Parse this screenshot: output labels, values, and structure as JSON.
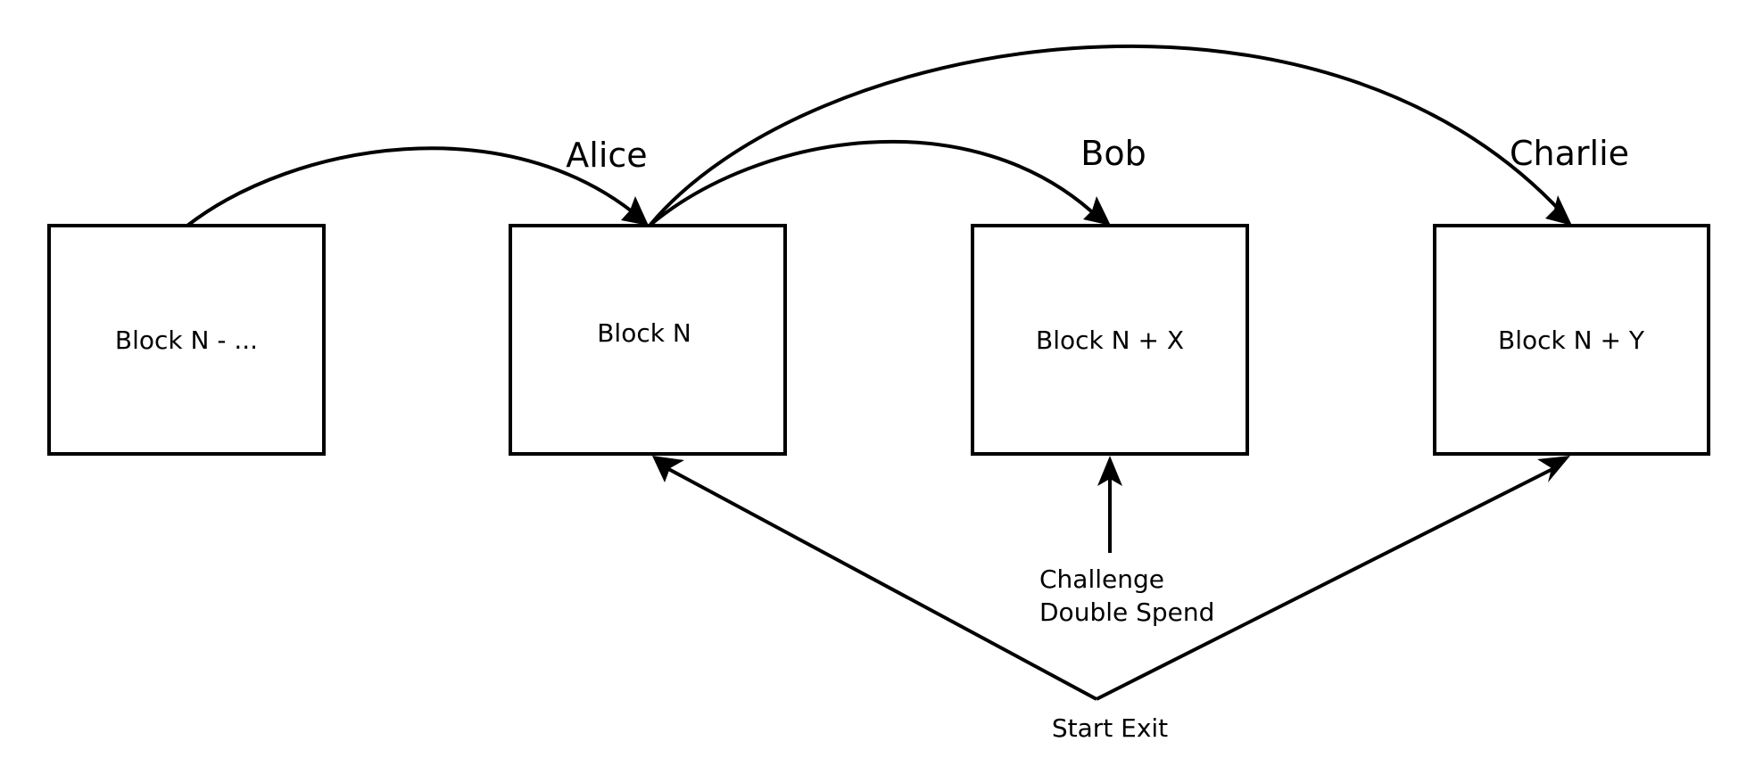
{
  "diagram": {
    "blocks": [
      {
        "id": "block-prev",
        "label": "Block N - ..."
      },
      {
        "id": "block-n",
        "label": "Block N"
      },
      {
        "id": "block-n-plus-x",
        "label": "Block N + X"
      },
      {
        "id": "block-n-plus-y",
        "label": "Block N + Y"
      }
    ],
    "participants": [
      {
        "name": "Alice",
        "target": "block-n"
      },
      {
        "name": "Bob",
        "target": "block-n-plus-x"
      },
      {
        "name": "Charlie",
        "target": "block-n-plus-y"
      }
    ],
    "edges": [
      {
        "from": "block-prev",
        "to": "block-n",
        "label": "Alice"
      },
      {
        "from": "block-n",
        "to": "block-n-plus-x",
        "label": "Bob"
      },
      {
        "from": "block-n",
        "to": "block-n-plus-y",
        "label": "Charlie"
      },
      {
        "from": "start-exit",
        "to": "block-n"
      },
      {
        "from": "start-exit",
        "to": "block-n-plus-y"
      },
      {
        "from": "challenge-double-spend",
        "to": "block-n-plus-x"
      }
    ],
    "challenge": {
      "line1": "Challenge",
      "line2": "Double Spend"
    },
    "start_exit": "Start Exit"
  },
  "colors": {
    "stroke": "#000000",
    "background": "#ffffff"
  }
}
